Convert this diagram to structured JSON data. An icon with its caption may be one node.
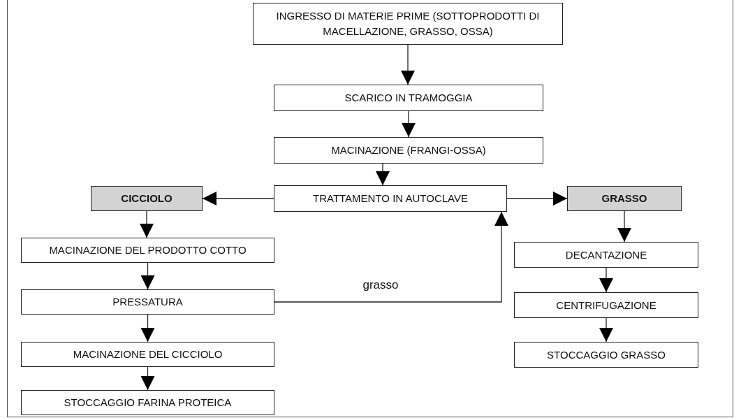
{
  "diagram": {
    "nodes": [
      {
        "text": [
          "INGRESSO DI MATERIE PRIME (SOTTOPRODOTTI DI MACELLAZIONE, GRASSO, OSSA)"
        ]
      },
      {
        "text": [
          "SCARICO IN TRAMOGGIA"
        ]
      },
      {
        "text": [
          "MACINAZIONE (FRANGI-OSSA)"
        ]
      },
      {
        "text": [
          "TRATTAMENTO IN AUTOCLAVE"
        ]
      },
      {
        "text": [
          "CICCIOLO"
        ]
      },
      {
        "text": [
          "GRASSO"
        ]
      },
      {
        "text": [
          "MACINAZIONE DEL PRODOTTO COTTO"
        ]
      },
      {
        "text": [
          "PRESSATURA"
        ]
      },
      {
        "text": [
          "MACINAZIONE DEL CICCIOLO"
        ]
      },
      {
        "text": [
          "STOCCAGGIO FARINA PROTEICA"
        ]
      },
      {
        "text": [
          "DECANTAZIONE"
        ]
      },
      {
        "text": [
          "CENTRIFUGAZIONE"
        ]
      },
      {
        "text": [
          "STOCCAGGIO GRASSO"
        ]
      }
    ],
    "edges": [
      {
        "from": 0,
        "to": 1,
        "arrow": "to"
      },
      {
        "from": 1,
        "to": 2,
        "arrow": "to"
      },
      {
        "from": 2,
        "to": 3,
        "arrow": "to"
      },
      {
        "from": 3,
        "to": 4,
        "arrow": "to"
      },
      {
        "from": 3,
        "to": 5,
        "arrow": "to"
      },
      {
        "from": 4,
        "to": 6,
        "arrow": "to"
      },
      {
        "from": 6,
        "to": 7,
        "arrow": "to"
      },
      {
        "from": 7,
        "to": 8,
        "arrow": "to"
      },
      {
        "from": 8,
        "to": 9,
        "arrow": "to"
      },
      {
        "from": 5,
        "to": 10,
        "arrow": "to"
      },
      {
        "from": 10,
        "to": 11,
        "arrow": "to"
      },
      {
        "from": 11,
        "to": 12,
        "arrow": "to"
      },
      {
        "from": 7,
        "to": 3,
        "arrow": "to",
        "label": "grasso"
      }
    ]
  }
}
